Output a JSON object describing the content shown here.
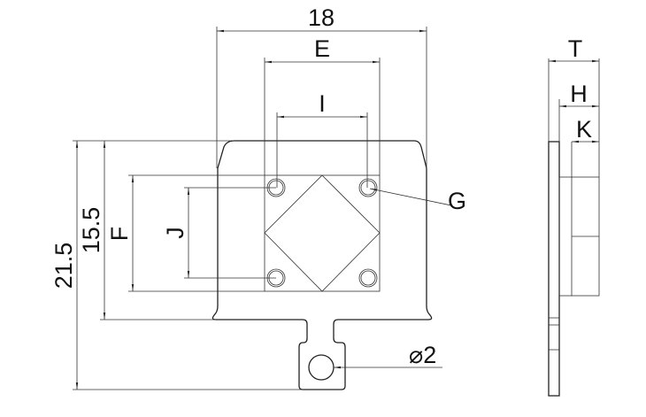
{
  "front_view": {
    "dim_width": "18",
    "dim_e": "E",
    "dim_i": "I",
    "dim_f": "F",
    "dim_j": "J",
    "dim_body_height": "15.5",
    "dim_total_height": "21.5",
    "callout_g": "G",
    "callout_hole": "⌀2"
  },
  "side_view": {
    "dim_t": "T",
    "dim_h": "H",
    "dim_k": "K"
  },
  "colors": {
    "line": "#222222",
    "background": "#ffffff"
  }
}
